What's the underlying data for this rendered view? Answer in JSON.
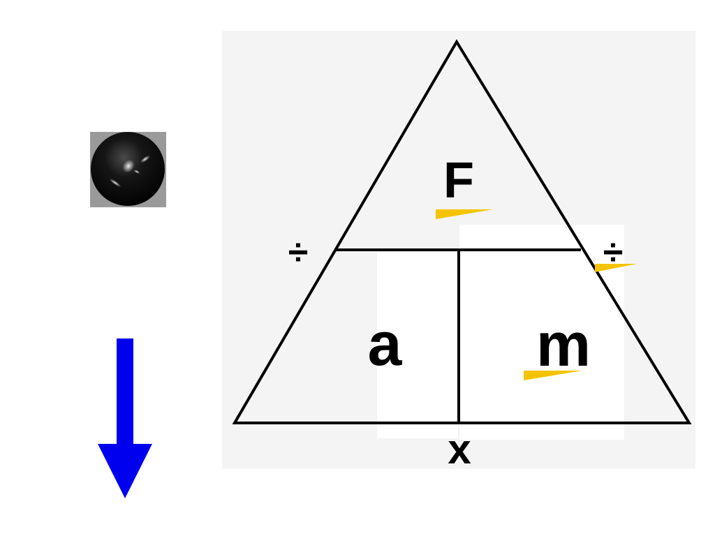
{
  "formula_triangle": {
    "top_symbol": "F",
    "bottom_left_symbol": "a",
    "bottom_right_symbol": "m",
    "left_operator": "÷",
    "right_operator": "÷",
    "bottom_operator": "x"
  },
  "colors": {
    "arrow": "#0000ee",
    "highlight": "#f5c400",
    "line": "#000000",
    "ball": "#0b0b0b"
  },
  "icons": {
    "ball": "black-ball-icon",
    "arrow": "down-arrow-icon"
  }
}
